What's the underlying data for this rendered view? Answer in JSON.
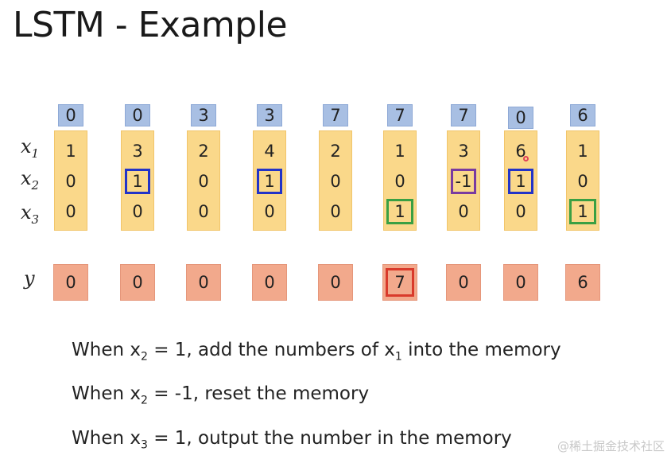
{
  "title": "LSTM - Example",
  "row_labels": {
    "x1_base": "x",
    "x1_sub": "1",
    "x2_base": "x",
    "x2_sub": "2",
    "x3_base": "x",
    "x3_sub": "3",
    "y": "y"
  },
  "memory": [
    "0",
    "0",
    "3",
    "3",
    "7",
    "7",
    "7",
    "0",
    "6"
  ],
  "x1": [
    "1",
    "3",
    "2",
    "4",
    "2",
    "1",
    "3",
    "6",
    "1"
  ],
  "x2": [
    "0",
    "1",
    "0",
    "1",
    "0",
    "0",
    "-1",
    "1",
    "0"
  ],
  "x3": [
    "0",
    "0",
    "0",
    "0",
    "0",
    "1",
    "0",
    "0",
    "1"
  ],
  "y": [
    "0",
    "0",
    "0",
    "0",
    "0",
    "7",
    "0",
    "0",
    "6"
  ],
  "highlight_colors": {
    "add": "#2233c8",
    "reset": "#7a3ba0",
    "output": "#3aa043",
    "y_output": "#d93a2b"
  },
  "notes": {
    "n1_a": "When x",
    "n1_sub": "2",
    "n1_b": " = 1, add the numbers of x",
    "n1_sub2": "1",
    "n1_c": " into the memory",
    "n2_a": "When x",
    "n2_sub": "2",
    "n2_b": " = -1, reset the memory",
    "n3_a": "When x",
    "n3_sub": "3",
    "n3_b": " = 1, output the number in the memory"
  },
  "watermark": "@稀土掘金技术社区"
}
